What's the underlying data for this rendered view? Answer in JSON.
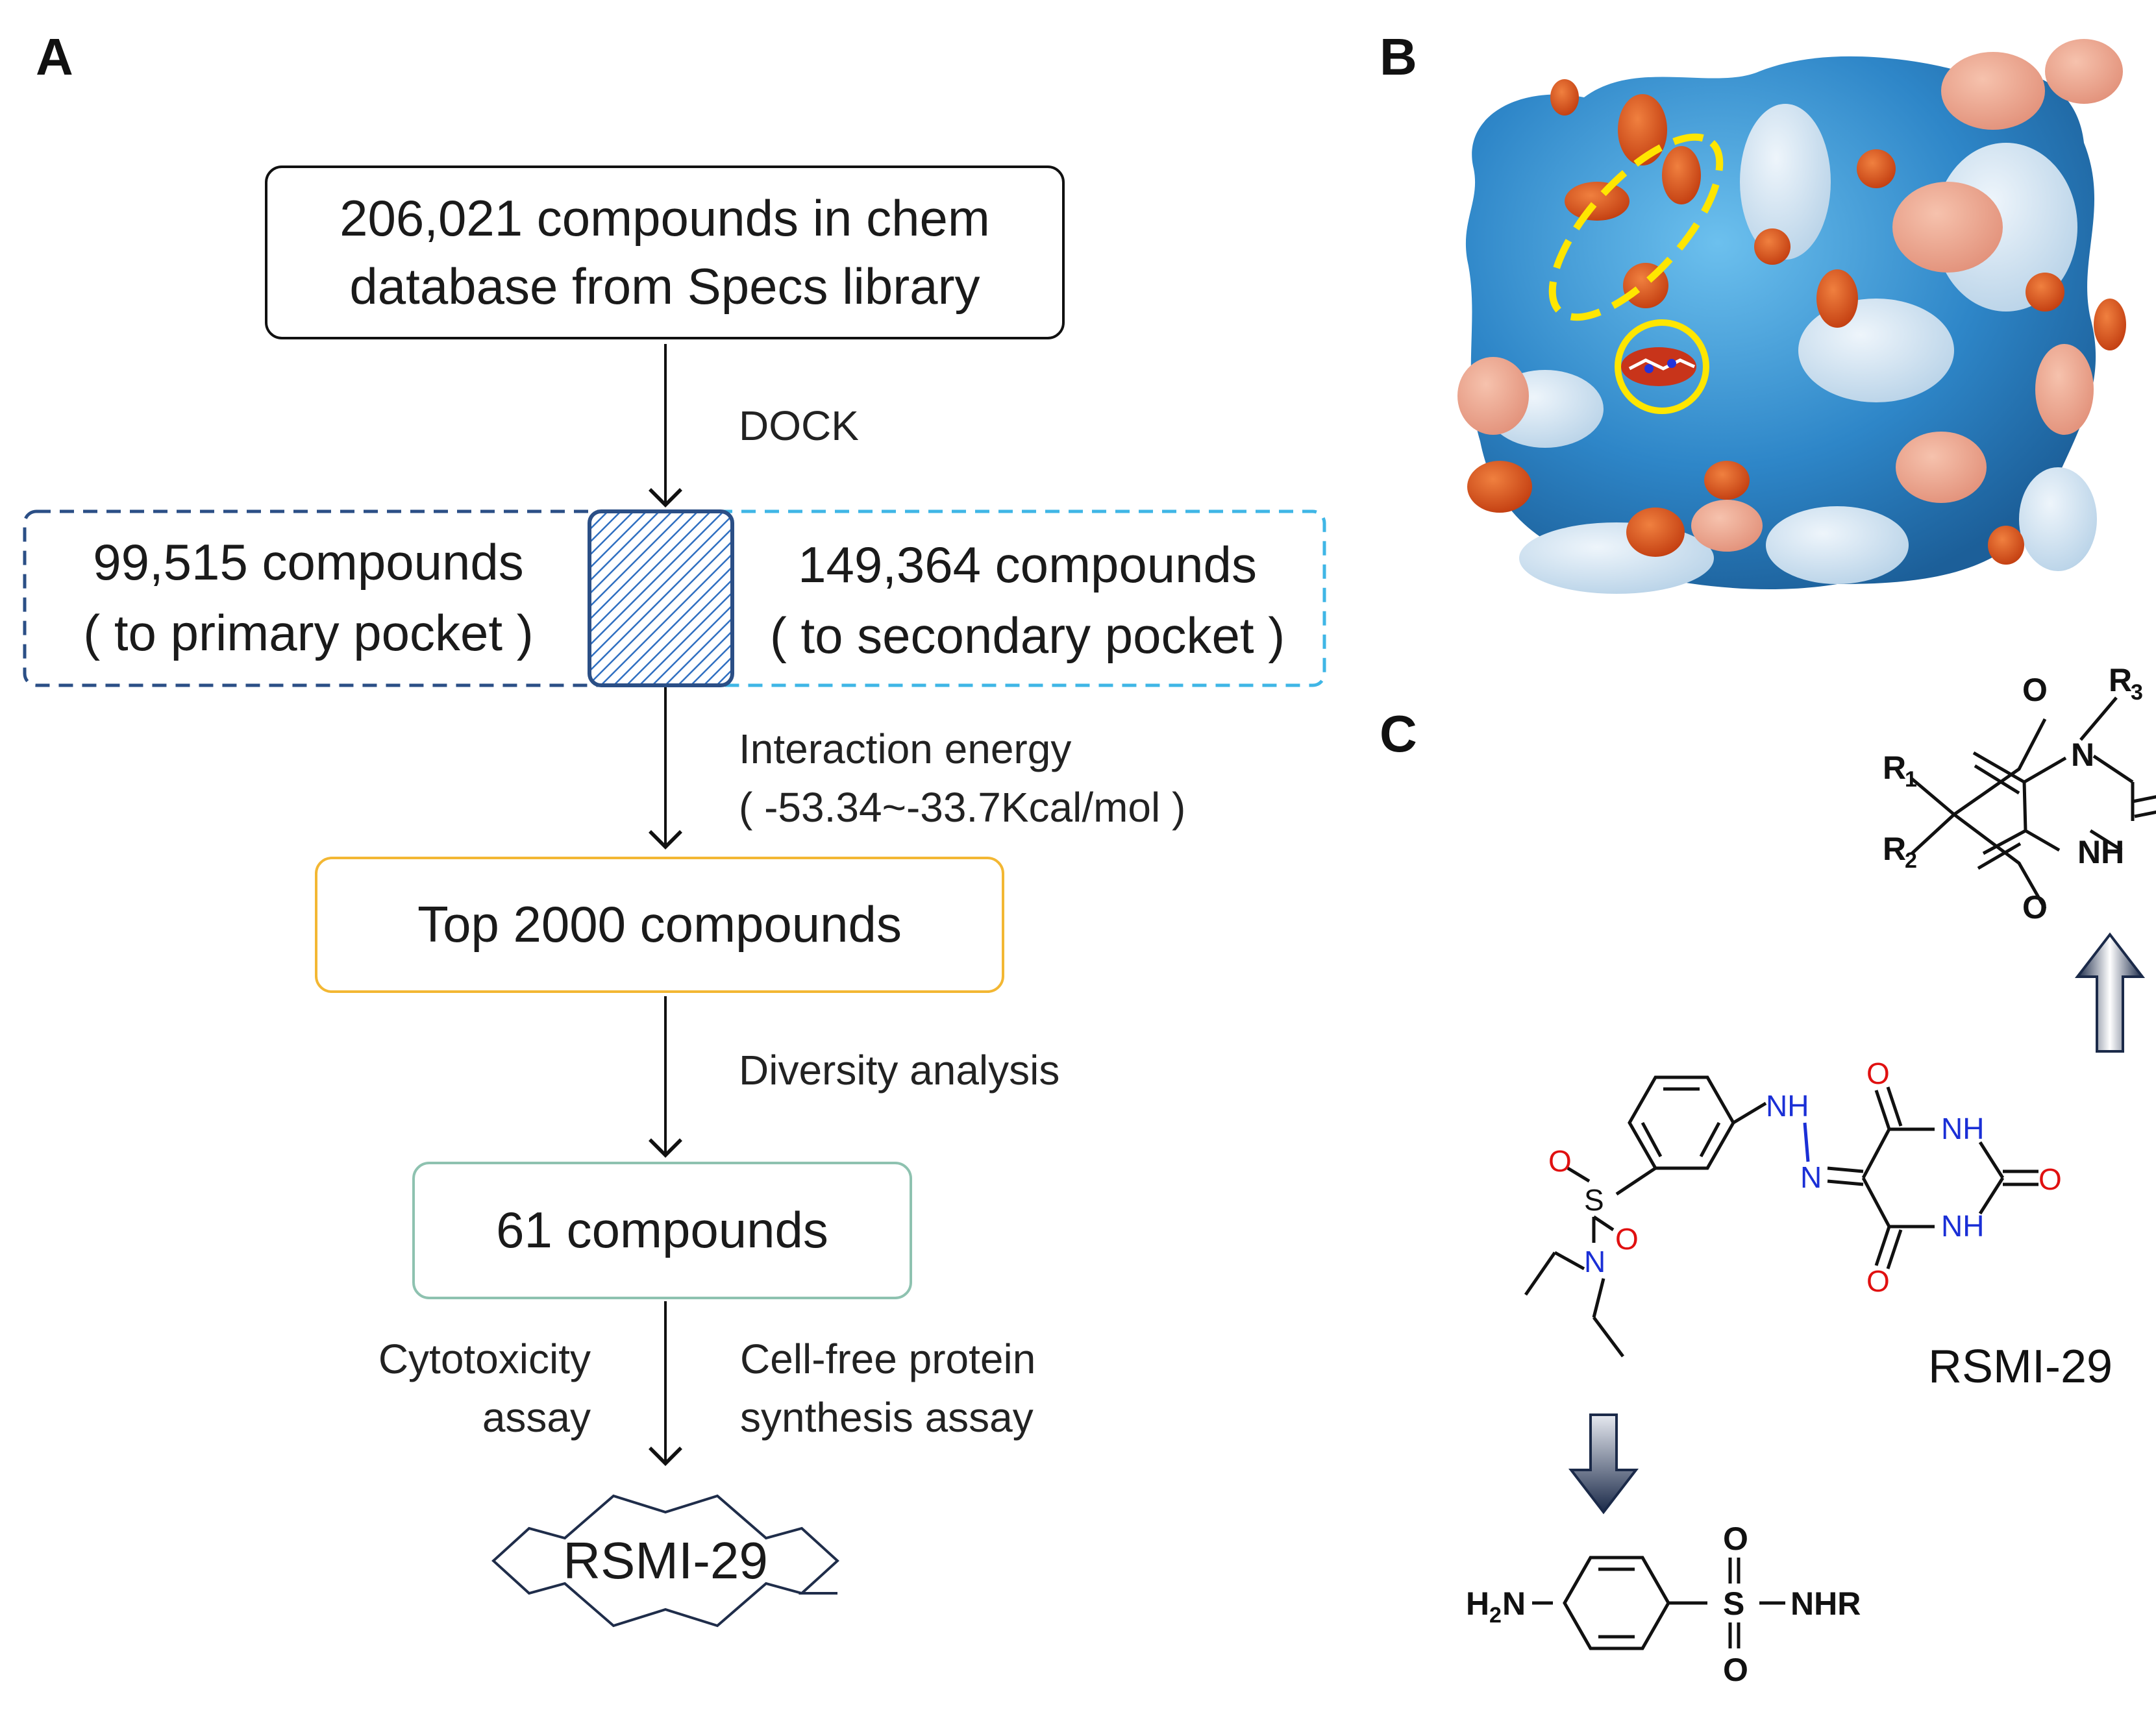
{
  "panels": {
    "a": "A",
    "b": "B",
    "c": "C"
  },
  "flow": {
    "database_box": "206,021 compounds in chem\ndatabase from Specs library",
    "dock_label": "DOCK",
    "primary_pocket": "99,515 compounds\n( to primary pocket )",
    "secondary_pocket": "149,364 compounds\n( to secondary pocket )",
    "energy_label": "Interaction energy\n( -53.34~-33.7Kcal/mol )",
    "top_box": "Top 2000 compounds",
    "diversity_label": "Diversity analysis",
    "sixtyone_box": "61 compounds",
    "cytotoxicity_label": "Cytotoxicity\nassay",
    "cellfree_label": "Cell-free protein\nsynthesis assay",
    "final_compound": "RSMI-29"
  },
  "structures": {
    "compound_name": "RSMI-29",
    "barbiturate": {
      "o": "O",
      "n": "N",
      "nh": "NH",
      "r1": "R",
      "r1_sub": "1",
      "r2": "R",
      "r2_sub": "2",
      "r3": "R",
      "r3_sub": "3"
    },
    "rsmi": {
      "nh": "NH",
      "n": "N",
      "hn": "NH",
      "o": "O",
      "s": "S"
    },
    "sulfonamide": {
      "h2n_h": "H",
      "h2n_sub": "2",
      "h2n_n": "N",
      "s": "S",
      "o": "O",
      "nhr": "NHR"
    }
  },
  "colors": {
    "primary_dash": "#2b4f86",
    "secondary_dash": "#3fb6e6",
    "hatch": "#2f6fc1",
    "top_box": "#f3b733",
    "sixtyone_box": "#8ec2b0",
    "star_border": "#1f2d4a",
    "heteroatom_n": "#1a2fd6",
    "heteroatom_o": "#e01010",
    "highlight": "#ffe600",
    "protein_blue": "#2e86c8",
    "protein_red": "#d94a1a"
  }
}
